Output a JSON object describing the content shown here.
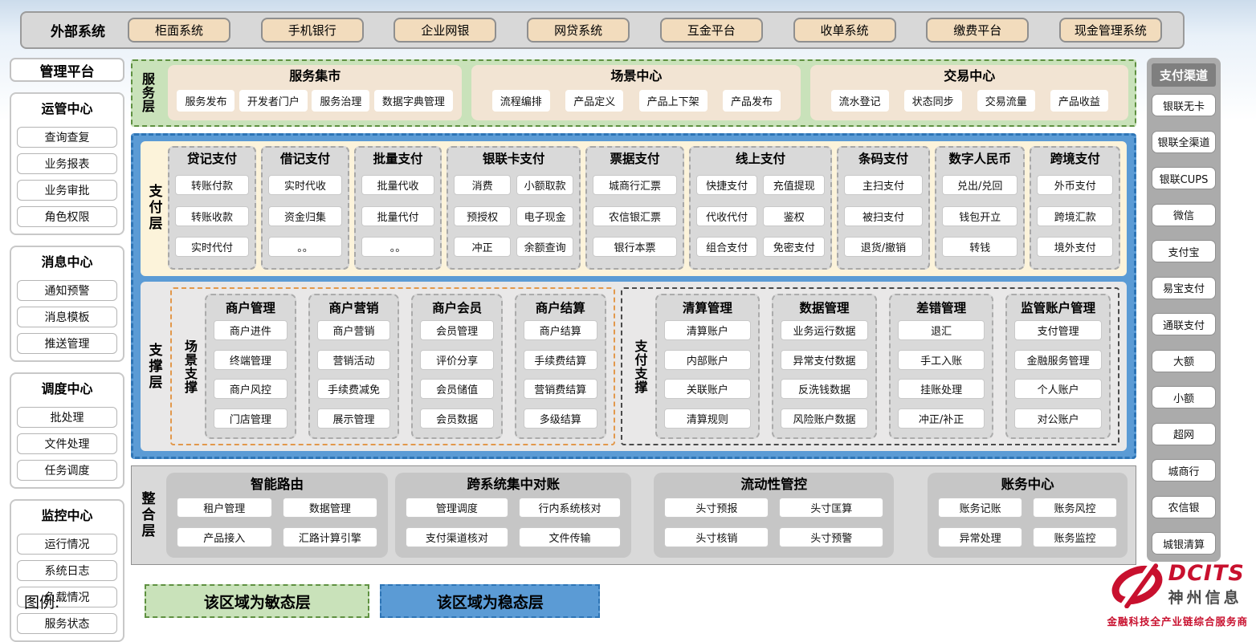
{
  "colors": {
    "agile_green": "#C9E2BA",
    "stable_blue": "#5B9BD5",
    "brand_red": "#C8102E",
    "cream": "#F2E4D3",
    "tan": "#F2DCBD"
  },
  "external": {
    "label": "外部系统",
    "systems": [
      "柜面系统",
      "手机银行",
      "企业网银",
      "网贷系统",
      "互金平台",
      "收单系统",
      "缴费平台",
      "现金管理系统"
    ]
  },
  "management": {
    "title": "管理平台",
    "groups": [
      {
        "title": "运管中心",
        "items": [
          "查询查复",
          "业务报表",
          "业务审批",
          "角色权限"
        ]
      },
      {
        "title": "消息中心",
        "items": [
          "通知预警",
          "消息模板",
          "推送管理"
        ]
      },
      {
        "title": "调度中心",
        "items": [
          "批处理",
          "文件处理",
          "任务调度"
        ]
      },
      {
        "title": "监控中心",
        "items": [
          "运行情况",
          "系统日志",
          "负载情况",
          "服务状态"
        ]
      }
    ]
  },
  "service_layer": {
    "label": "服务层",
    "panels": [
      {
        "title": "服务集市",
        "items": [
          "服务发布",
          "开发者门户",
          "服务治理",
          "数据字典管理"
        ]
      },
      {
        "title": "场景中心",
        "items": [
          "流程编排",
          "产品定义",
          "产品上下架",
          "产品发布"
        ]
      },
      {
        "title": "交易中心",
        "items": [
          "流水登记",
          "状态同步",
          "交易流量",
          "产品收益"
        ]
      }
    ]
  },
  "payment_layer": {
    "label": "支付层",
    "columns": [
      {
        "title": "贷记支付",
        "items": [
          "转账付款",
          "转账收款",
          "实时代付"
        ]
      },
      {
        "title": "借记支付",
        "items": [
          "实时代收",
          "资金归集",
          "。。"
        ]
      },
      {
        "title": "批量支付",
        "items": [
          "批量代收",
          "批量代付",
          "。。"
        ]
      },
      {
        "title": "银联卡支付",
        "items": [
          "消费",
          "小额取款",
          "预授权",
          "电子现金",
          "冲正",
          "余额查询"
        ]
      },
      {
        "title": "票据支付",
        "items": [
          "城商行汇票",
          "农信银汇票",
          "银行本票"
        ]
      },
      {
        "title": "线上支付",
        "items": [
          "快捷支付",
          "充值提现",
          "代收代付",
          "鉴权",
          "组合支付",
          "免密支付"
        ]
      },
      {
        "title": "条码支付",
        "items": [
          "主扫支付",
          "被扫支付",
          "退货/撤销"
        ]
      },
      {
        "title": "数字人民币",
        "items": [
          "兑出/兑回",
          "钱包开立",
          "转钱"
        ]
      },
      {
        "title": "跨境支付",
        "items": [
          "外币支付",
          "跨境汇款",
          "境外支付"
        ]
      }
    ]
  },
  "support_layer": {
    "label": "支撑层",
    "scene_support": {
      "label": "场景支撑",
      "columns": [
        {
          "title": "商户管理",
          "items": [
            "商户进件",
            "终端管理",
            "商户风控",
            "门店管理"
          ]
        },
        {
          "title": "商户营销",
          "items": [
            "商户营销",
            "营销活动",
            "手续费减免",
            "展示管理"
          ]
        },
        {
          "title": "商户会员",
          "items": [
            "会员管理",
            "评价分享",
            "会员储值",
            "会员数据"
          ]
        },
        {
          "title": "商户结算",
          "items": [
            "商户结算",
            "手续费结算",
            "营销费结算",
            "多级结算"
          ]
        }
      ]
    },
    "payment_support": {
      "label": "支付支撑",
      "columns": [
        {
          "title": "清算管理",
          "items": [
            "清算账户",
            "内部账户",
            "关联账户",
            "清算规则"
          ]
        },
        {
          "title": "数据管理",
          "items": [
            "业务运行数据",
            "异常支付数据",
            "反洗钱数据",
            "风险账户数据"
          ]
        },
        {
          "title": "差错管理",
          "items": [
            "退汇",
            "手工入账",
            "挂账处理",
            "冲正/补正"
          ]
        },
        {
          "title": "监管账户管理",
          "items": [
            "支付管理",
            "金融服务管理",
            "个人账户",
            "对公账户"
          ]
        }
      ]
    }
  },
  "integration_layer": {
    "label": "整合层",
    "boxes": [
      {
        "title": "智能路由",
        "items": [
          "租户管理",
          "数据管理",
          "产品接入",
          "汇路计算引擎"
        ]
      },
      {
        "title": "跨系统集中对账",
        "items": [
          "管理调度",
          "行内系统核对",
          "支付渠道核对",
          "文件传输"
        ]
      },
      {
        "title": "流动性管控",
        "items": [
          "头寸预报",
          "头寸匡算",
          "头寸核销",
          "头寸预警"
        ]
      },
      {
        "title": "账务中心",
        "items": [
          "账务记账",
          "账务风控",
          "异常处理",
          "账务监控"
        ]
      }
    ]
  },
  "channels": {
    "title": "支付渠道",
    "items": [
      "银联无卡",
      "银联全渠道",
      "银联CUPS",
      "微信",
      "支付宝",
      "易宝支付",
      "通联支付",
      "大额",
      "小额",
      "超网",
      "城商行",
      "农信银",
      "城银清算"
    ]
  },
  "legend": {
    "label": "图例:",
    "agile": "该区域为敏态层",
    "stable": "该区域为稳态层"
  },
  "logo": {
    "brand": "DCITS",
    "company": "神州信息",
    "tagline": "金融科技全产业链综合服务商"
  }
}
